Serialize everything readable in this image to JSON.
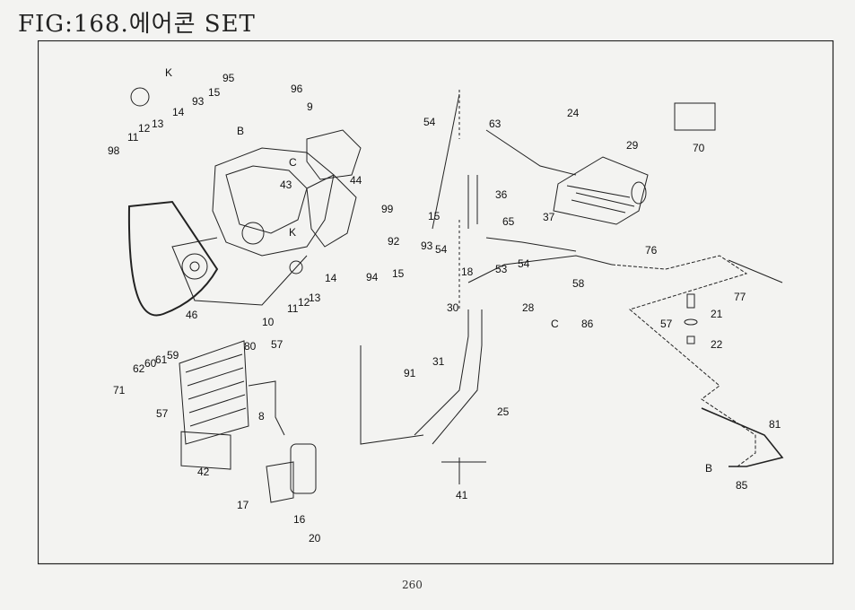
{
  "page": {
    "title": "FIG:168.에어콘 SET",
    "page_number": "260"
  },
  "callouts": [
    "98",
    "11",
    "12",
    "13",
    "14",
    "93",
    "15",
    "K",
    "95",
    "96",
    "9",
    "B",
    "C",
    "43",
    "44",
    "54",
    "99",
    "15",
    "92",
    "93",
    "54",
    "94",
    "15",
    "K",
    "46",
    "10",
    "11",
    "12",
    "13",
    "14",
    "63",
    "65",
    "36",
    "37",
    "24",
    "29",
    "70",
    "18",
    "53",
    "54",
    "76",
    "77",
    "58",
    "28",
    "30",
    "86",
    "C",
    "57",
    "21",
    "22",
    "80",
    "57",
    "62",
    "60",
    "61",
    "59",
    "71",
    "8",
    "57",
    "42",
    "91",
    "31",
    "25",
    "17",
    "16",
    "20",
    "41",
    "81",
    "B",
    "85"
  ]
}
